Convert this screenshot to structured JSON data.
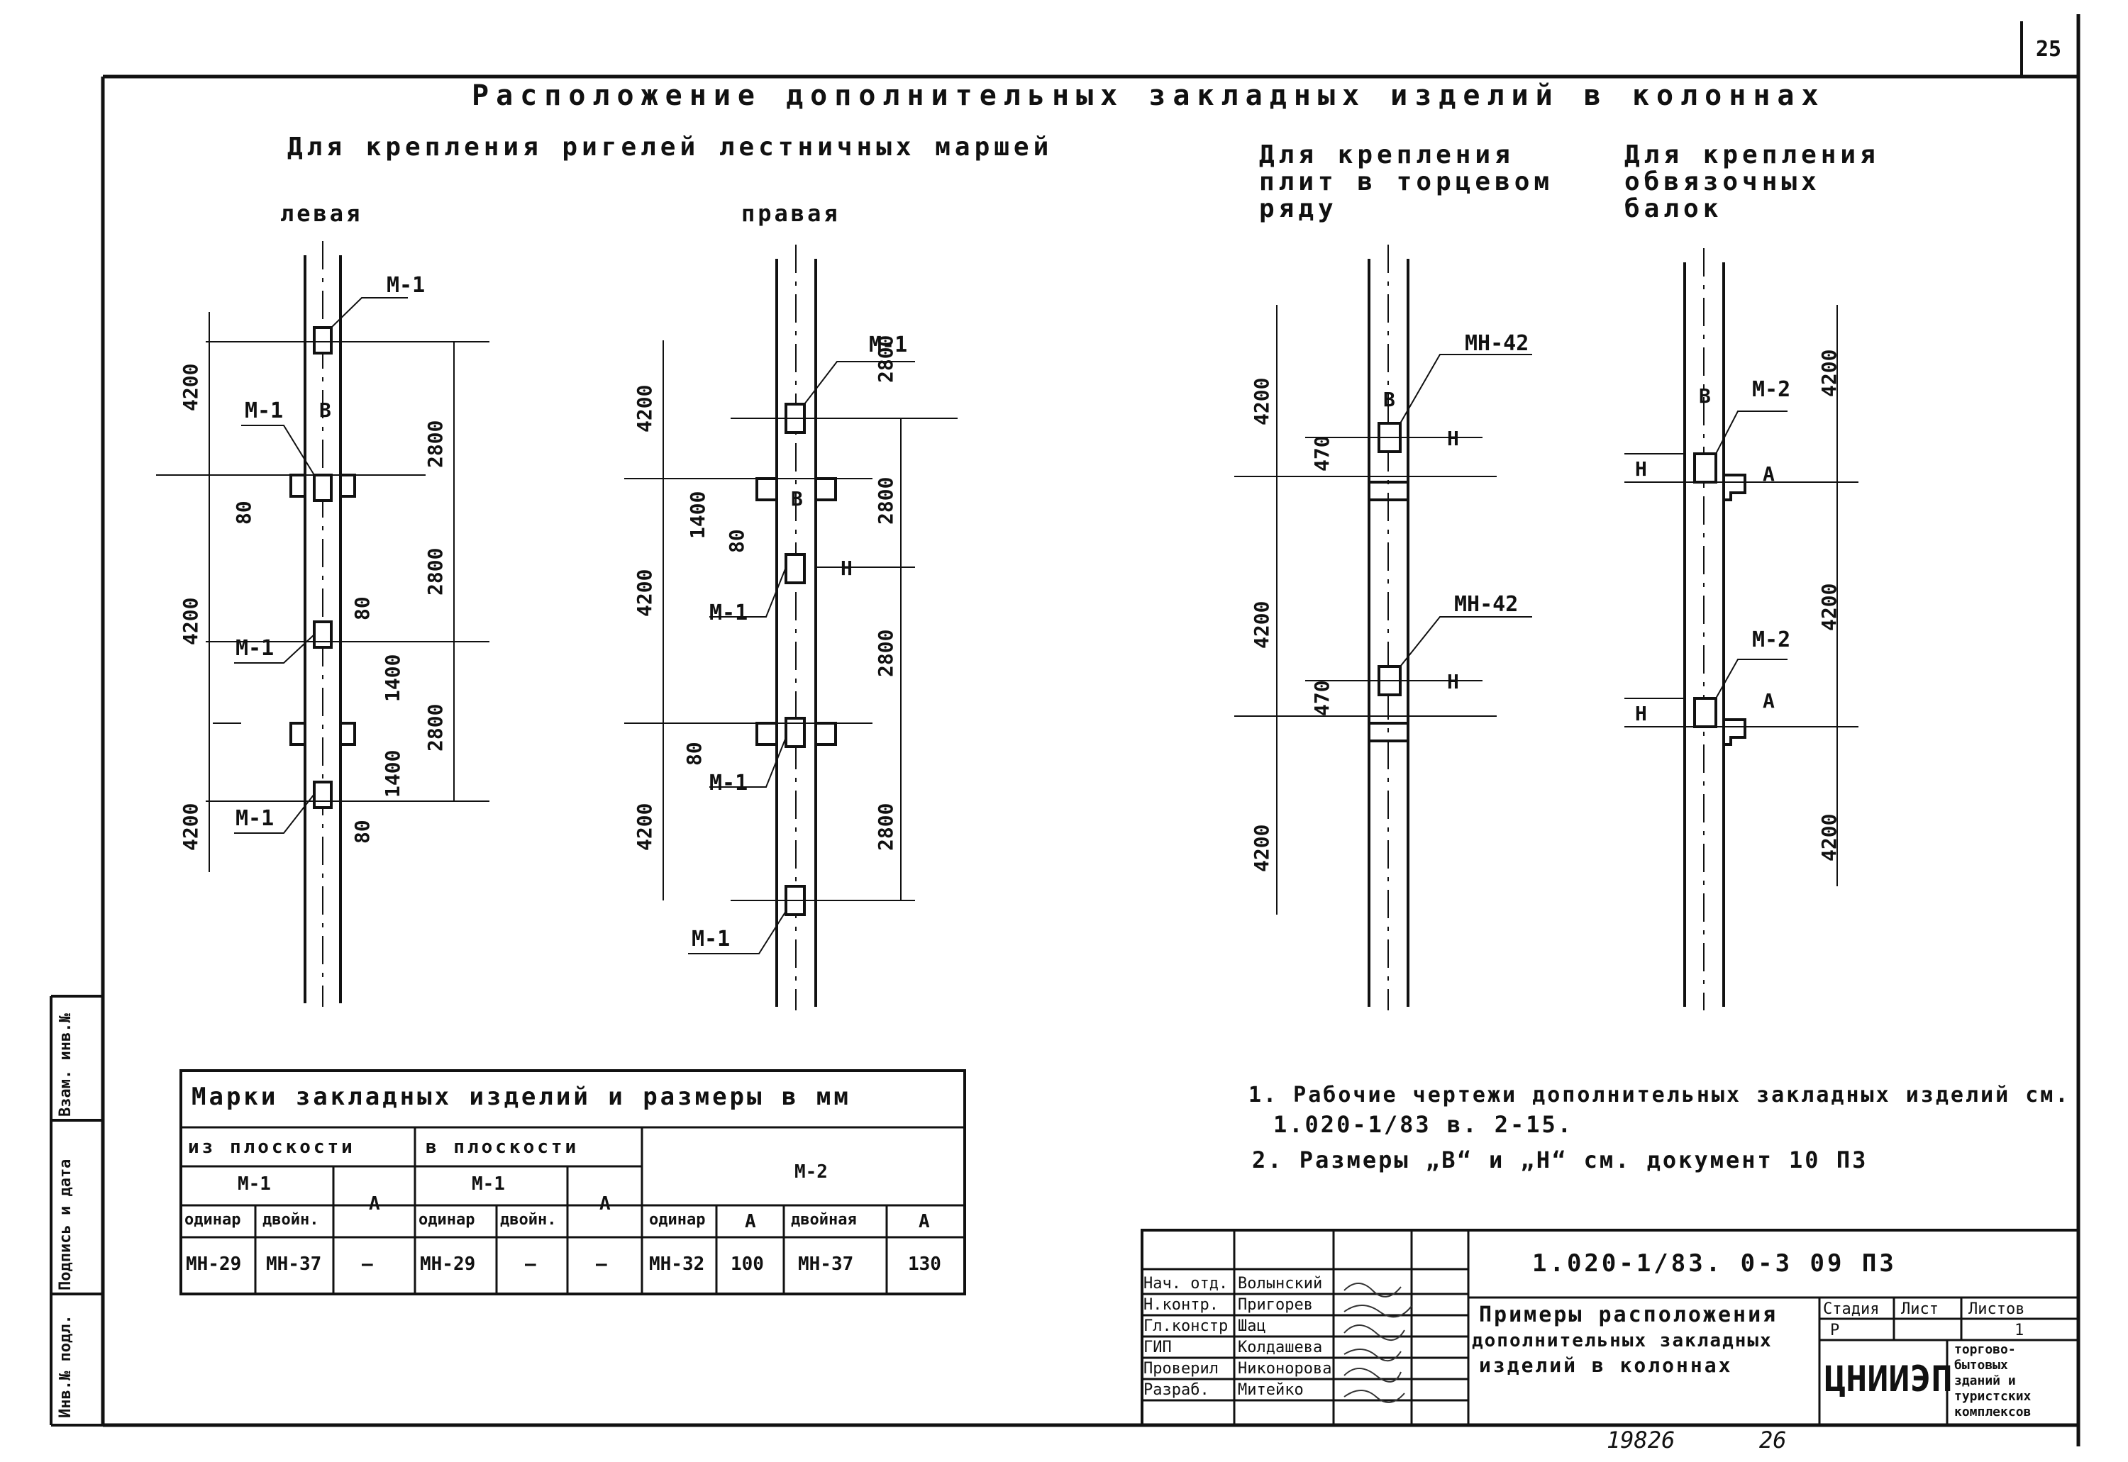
{
  "sheet_no": "25",
  "title": "Расположение дополнительных закладных изделий в колоннах",
  "group_stair": "Для крепления ригелей лестничных маршей",
  "group_plates": "Для крепления плит в торцевом ряду",
  "group_beams": "Для крепления обвязочных балок",
  "left_label": "левая",
  "right_label": "правая",
  "col_left": {
    "level_dims": [
      "4200",
      "4200",
      "4200"
    ],
    "right_dims": [
      "2800",
      "2800",
      "2800"
    ],
    "small": [
      "80",
      "80",
      "80",
      "1400",
      "1400"
    ],
    "marks": [
      "М-1",
      "М-1",
      "М-1",
      "М-1"
    ],
    "b": "В"
  },
  "col_right": {
    "level_dims": [
      "4200",
      "4200",
      "4200"
    ],
    "right_dims": [
      "2800",
      "2800",
      "2800",
      "2800"
    ],
    "small": [
      "1400",
      "80",
      "80",
      "Н"
    ],
    "marks": [
      "М-1",
      "М-1",
      "М-1",
      "М-1"
    ],
    "b": "В"
  },
  "col_plates": {
    "level_dims": [
      "4200",
      "4200",
      "4200"
    ],
    "small": [
      "470",
      "470",
      "Н",
      "Н"
    ],
    "marks": [
      "МН-42",
      "МН-42"
    ],
    "b": "В"
  },
  "col_beams": {
    "level_dims": [
      "4200",
      "4200",
      "4200"
    ],
    "small": [
      "Н",
      "Н",
      "А",
      "А"
    ],
    "marks": [
      "М-2",
      "М-2"
    ],
    "b": "В"
  },
  "table": {
    "caption": "Марки закладных изделий и размеры в мм",
    "h_out": "из плоскости",
    "h_in": "в плоскости",
    "h_m1": "М-1",
    "h_m2": "М-2",
    "h_a": "А",
    "h_single": "одинар",
    "h_double": "двойн.",
    "h_double2": "двойная",
    "row": [
      "МН-29",
      "МН-37",
      "—",
      "МН-29",
      "—",
      "—",
      "МН-32",
      "100",
      "МН-37",
      "130"
    ]
  },
  "notes": [
    "1. Рабочие чертежи дополнительных закладных изделий см.",
    "1.020-1/83 в. 2-15.",
    "2. Размеры „В“ и „Н“ см. документ 10 ПЗ"
  ],
  "stamp": {
    "code": "1.020-1/83. 0-3 09 ПЗ",
    "roles": [
      "Нач. отд.",
      "Н.контр.",
      "Гл.констр",
      "ГИП",
      "Проверил",
      "Разраб."
    ],
    "names": [
      "Волынский",
      "Пригорев",
      "Шац",
      "Колдашева",
      "Никонорова",
      "Митейко"
    ],
    "doc_title": [
      "Примеры расположения",
      "дополнительных закладных",
      "изделий в колоннах"
    ],
    "stage_h": "Стадия",
    "sheet_h": "Лист",
    "sheets_h": "Листов",
    "stage": "Р",
    "sheets": "1",
    "org": "ЦНИИЭП",
    "org_sub": [
      "торгово-",
      "бытовых",
      "зданий и",
      "туристских",
      "комплексов"
    ]
  },
  "left_margin": [
    "Инв.№ подл.",
    "Подпись и дата",
    "Взам. инв.№"
  ],
  "bottom": [
    "19826",
    "26"
  ]
}
